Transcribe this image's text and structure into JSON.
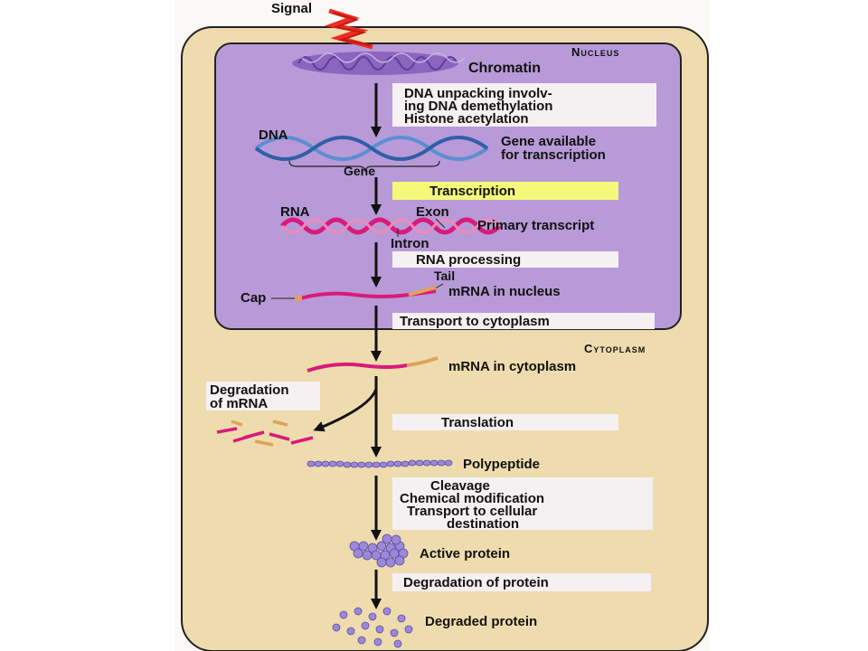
{
  "signal": "Signal",
  "regions": {
    "nucleus": "Nucleus",
    "cytoplasm": "Cytoplasm"
  },
  "labels": {
    "chromatin": "Chromatin",
    "dna": "DNA",
    "gene": "Gene",
    "gene_available": [
      "Gene available",
      "for transcription"
    ],
    "rna": "RNA",
    "exon": "Exon",
    "intron": "Intron",
    "primary_transcript": "Primary transcript",
    "tail": "Tail",
    "cap": "Cap",
    "mrna_nucleus": "mRNA in nucleus",
    "mrna_cytoplasm": "mRNA in cytoplasm",
    "degradation_mrna": [
      "Degradation",
      "of mRNA"
    ],
    "polypeptide": "Polypeptide",
    "active_protein": "Active protein",
    "degraded_protein": "Degraded protein"
  },
  "steps": {
    "unpacking": [
      "DNA unpacking involv-",
      "ing DNA demethylation",
      "Histone acetylation"
    ],
    "transcription": "Transcription",
    "rna_processing": "RNA processing",
    "transport": "Transport to cytoplasm",
    "translation": "Translation",
    "modification": [
      "Cleavage",
      "Chemical modification",
      "Transport to cellular",
      "destination"
    ],
    "degradation_protein": "Degradation of protein"
  },
  "colors": {
    "cell": "#efdcae",
    "nucleus": "#b79ad7",
    "step_box": "#f5f0f2",
    "highlight": "#f4f97a",
    "rna": "#d81b7b",
    "tail": "#e0a25a",
    "protein": "#9b88d9",
    "signal": "#ee2b24"
  }
}
